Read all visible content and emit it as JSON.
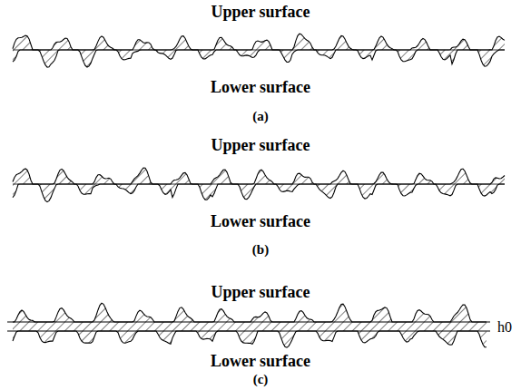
{
  "diagram": {
    "labels": [
      "Upper surface",
      "Lower surface",
      "(a)",
      "Upper surface",
      "Lower surface",
      "(b)",
      "Upper surface",
      "Lower surface",
      "(c)",
      "h0"
    ]
  }
}
